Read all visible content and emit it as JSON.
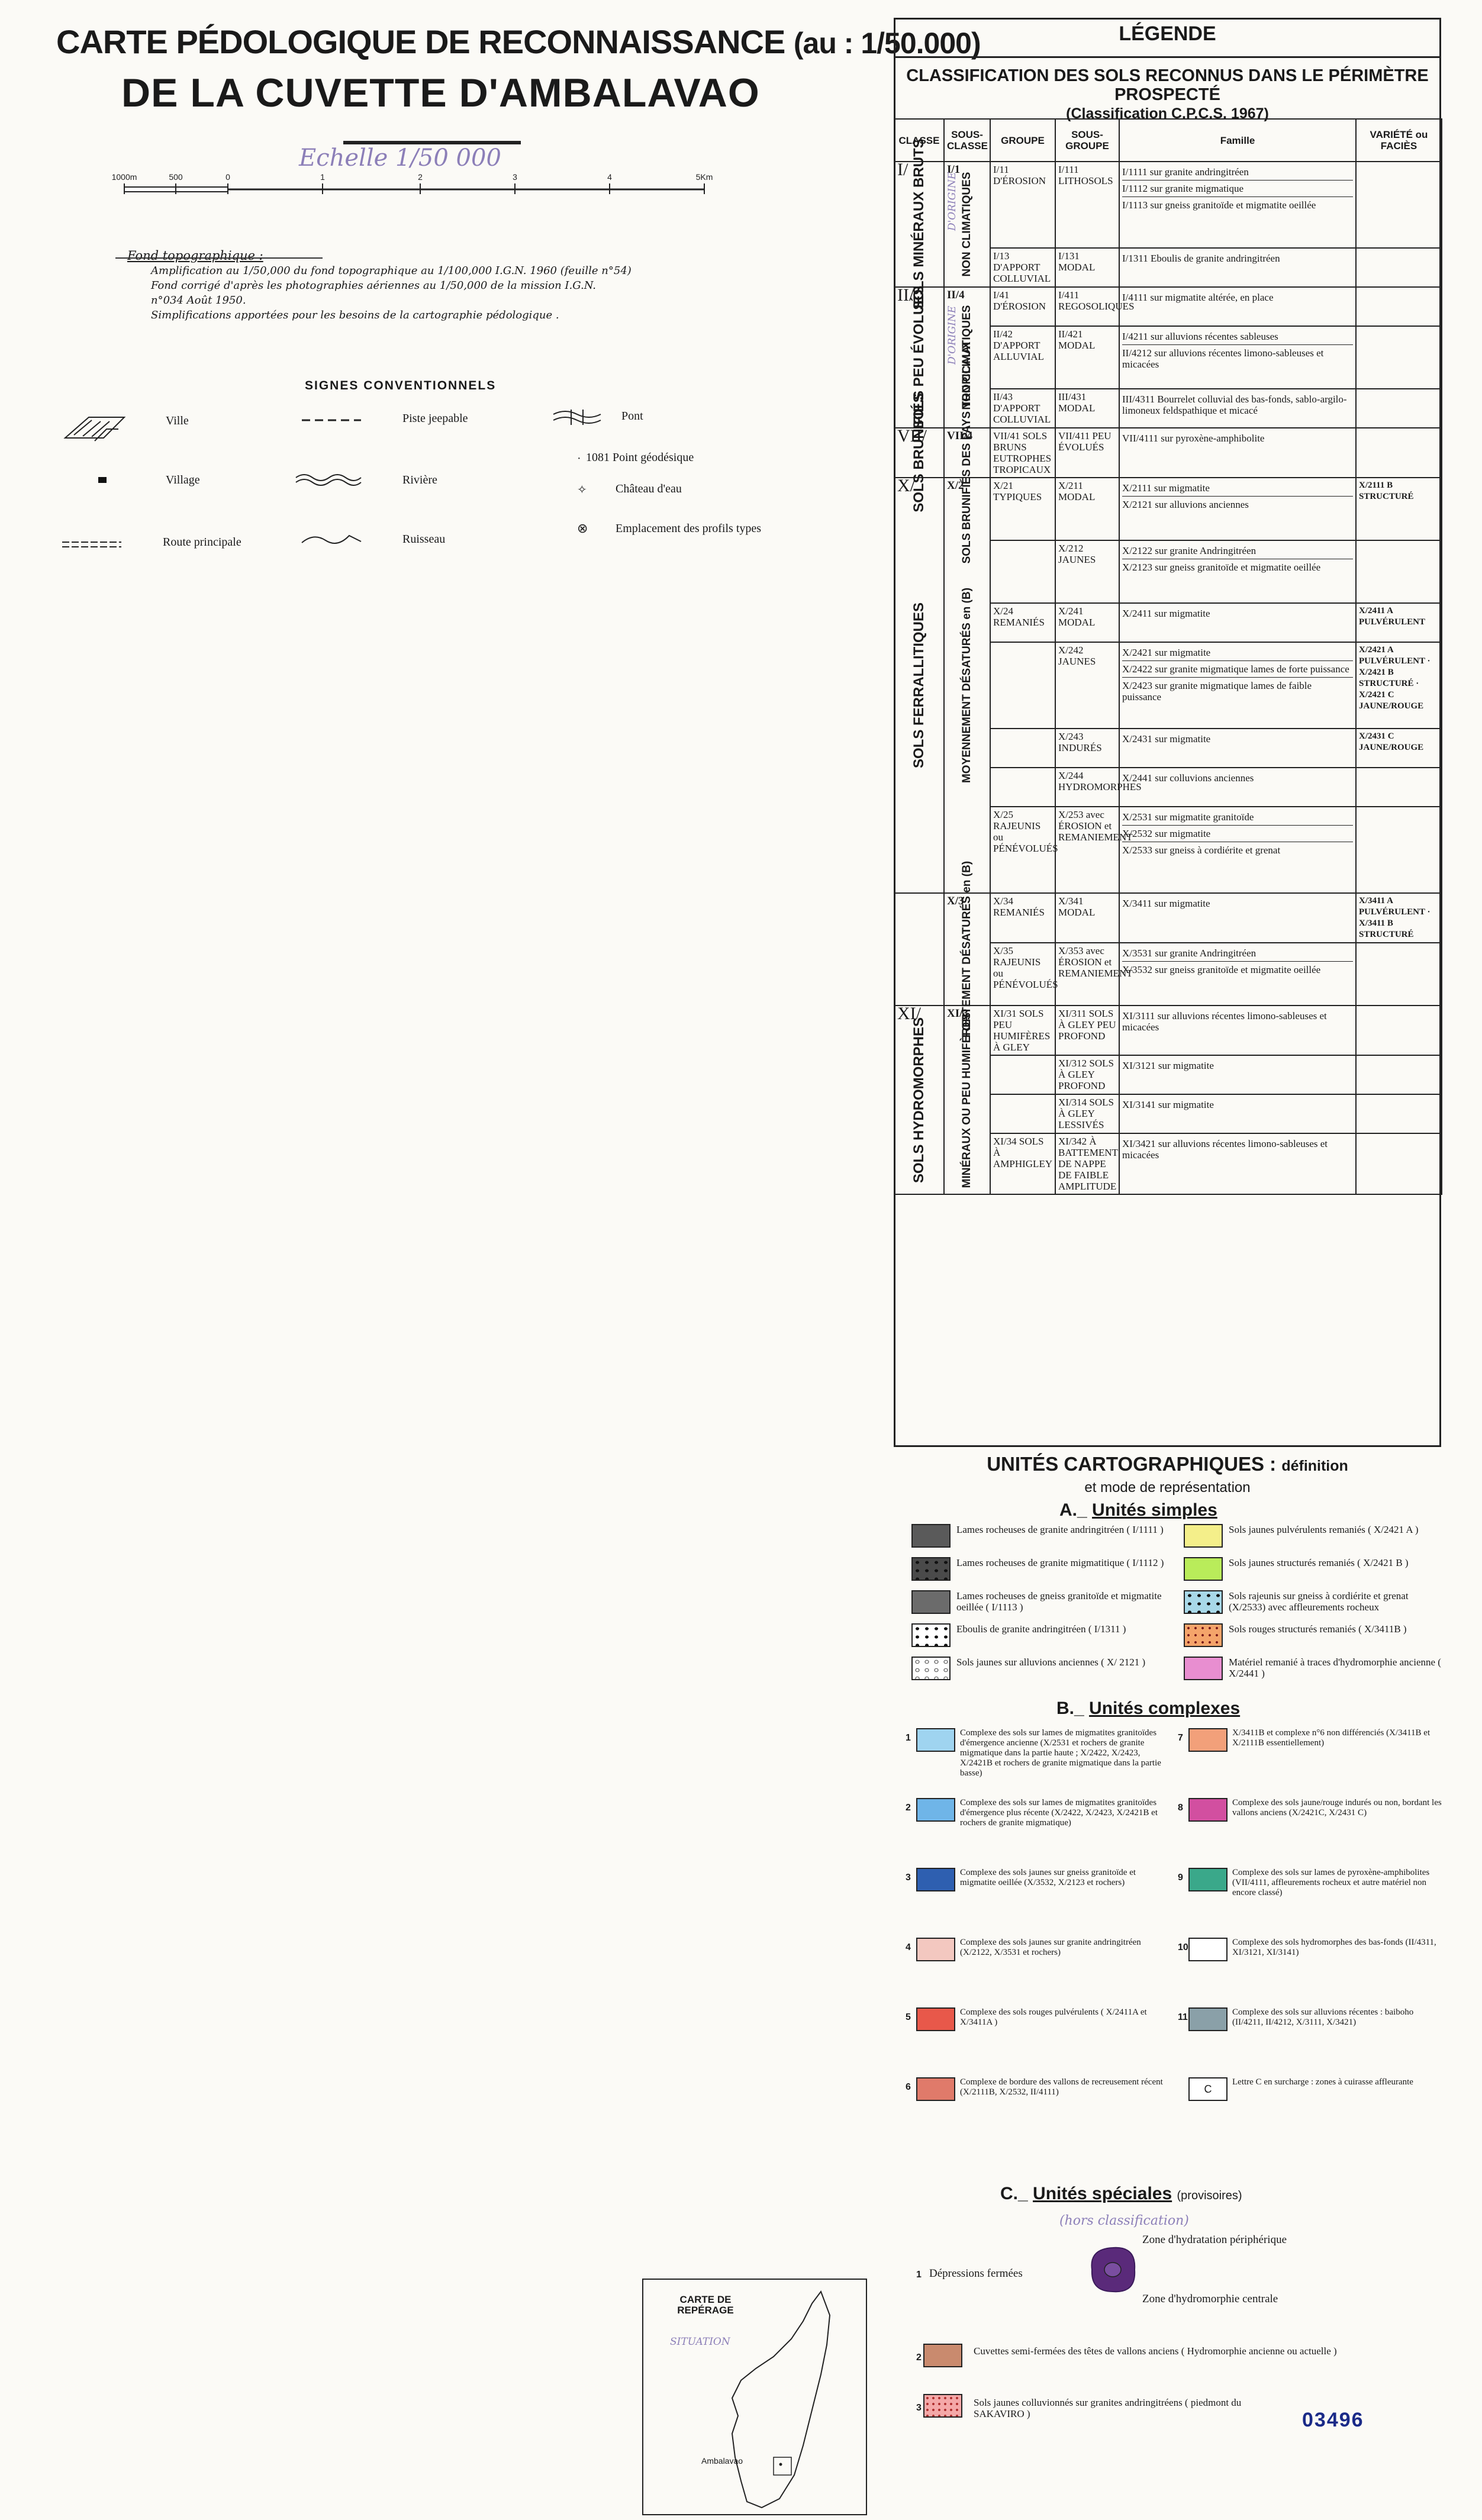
{
  "header": {
    "title_line1": "CARTE PÉDOLOGIQUE DE RECONNAISSANCE",
    "title_scale_note": "(au : 1/50.000)",
    "title_line2": "DE LA CUVETTE D'AMBALAVAO",
    "scale_handwritten": "Echelle 1/50 000",
    "scale_ticks": [
      "1000m",
      "500",
      "0",
      "1",
      "2",
      "3",
      "4",
      "5Km"
    ]
  },
  "fond": {
    "heading": "Fond topographique :",
    "lines": [
      "Amplification au 1/50,000 du fond topographique au 1/100,000 I.G.N. 1960 (feuille n°54)",
      "Fond corrigé d'après les photographies aériennes au 1/50,000 de la mission I.G.N.",
      "n°034 Août 1950.",
      "Simplifications apportées pour les besoins de la cartographie pédologique ."
    ]
  },
  "signs": {
    "title": "SIGNES CONVENTIONNELS",
    "items": [
      {
        "label": "Ville",
        "icon": "town-icon"
      },
      {
        "label": "Piste jeepable",
        "icon": "track-icon"
      },
      {
        "label": "Pont",
        "icon": "bridge-icon"
      },
      {
        "label": "1081 Point géodésique",
        "icon": "geodetic-point-icon"
      },
      {
        "label": "Village",
        "icon": "village-icon"
      },
      {
        "label": "Rivière",
        "icon": "river-icon"
      },
      {
        "label": "Château d'eau",
        "icon": "water-tower-icon"
      },
      {
        "label": "Route principale",
        "icon": "main-road-icon"
      },
      {
        "label": "Ruisseau",
        "icon": "stream-icon"
      },
      {
        "label": "Emplacement des profils types",
        "icon": "profile-site-icon"
      }
    ]
  },
  "legend": {
    "title": "LÉGENDE",
    "class_title": "CLASSIFICATION DES SOLS RECONNUS DANS LE PÉRIMÈTRE PROSPECTÉ",
    "class_sub": "(Classification C.P.C.S. 1967)",
    "columns": [
      "CLASSE",
      "SOUS-CLASSE",
      "GROUPE",
      "SOUS-GROUPE",
      "Famille",
      "VARIÉTÉ ou FACIÈS"
    ]
  },
  "soil_classes": [
    {
      "code": "I/",
      "name": "SOLS MINÉRAUX BRUTS",
      "subclass_code": "I/1",
      "subclass_name": "NON CLIMATIQUES",
      "subclass_hand": "D'ORIGINE",
      "rows": [
        {
          "group": "I/11 D'ÉROSION",
          "subgroup": "I/111 LITHOSOLS",
          "family": [
            "I/1111 sur granite andringitréen",
            "I/1112 sur granite migmatique",
            "I/1113 sur gneiss granitoïde et migmatite oeillée"
          ],
          "variety": ""
        },
        {
          "group": "I/13 D'APPORT COLLUVIAL",
          "subgroup": "I/131 MODAL",
          "family": [
            "I/1311 Eboulis de granite andringitréen"
          ],
          "variety": ""
        }
      ]
    },
    {
      "code": "II/",
      "name": "SOLS PEU ÉVOLUÉS",
      "subclass_code": "II/4",
      "subclass_name": "NON CLIMATIQUES",
      "subclass_hand": "D'ORIGINE",
      "rows": [
        {
          "group": "I/41 D'ÉROSION",
          "subgroup": "I/411 REGOSOLIQUES",
          "family": [
            "I/4111 sur migmatite altérée, en place"
          ],
          "variety": ""
        },
        {
          "group": "II/42 D'APPORT ALLUVIAL",
          "subgroup": "II/421 MODAL",
          "family": [
            "I/4211 sur alluvions récentes sableuses",
            "II/4212 sur alluvions récentes limono-sableuses et micacées"
          ],
          "variety": ""
        },
        {
          "group": "II/43 D'APPORT COLLUVIAL",
          "subgroup": "III/431 MODAL",
          "family": [
            "III/4311 Bourrelet colluvial des bas-fonds, sablo-argilo-limoneux feldspathique et micacé"
          ],
          "variety": ""
        }
      ]
    },
    {
      "code": "VII/",
      "name": "SOLS BRUNIFIÉS",
      "subclass_code": "VII/4",
      "subclass_name": "SOLS BRUNIFIÉS DES PAYS TROPICAUX",
      "subclass_hand": "",
      "rows": [
        {
          "group": "VII/41 SOLS BRUNS EUTROPHES TROPICAUX",
          "subgroup": "VII/411 PEU ÉVOLUÉS",
          "family": [
            "VII/4111 sur pyroxène-amphibolite"
          ],
          "variety": ""
        }
      ]
    },
    {
      "code": "X/",
      "name": "SOLS FERRALLITIQUES",
      "subclass_code": "X/2",
      "subclass_name": "MOYENNEMENT DÉSATURÉS en (B)",
      "subclass_hand": "",
      "rows": [
        {
          "group": "X/21 TYPIQUES",
          "subgroup": "X/211 MODAL",
          "family": [
            "X/2111 sur migmatite",
            "X/2121 sur alluvions anciennes"
          ],
          "variety": "X/2111 B STRUCTURÉ"
        },
        {
          "group": "",
          "subgroup": "X/212 JAUNES",
          "family": [
            "X/2122 sur granite Andringitréen",
            "X/2123 sur gneiss granitoïde et migmatite oeillée"
          ],
          "variety": ""
        },
        {
          "group": "X/24 REMANIÉS",
          "subgroup": "X/241 MODAL",
          "family": [
            "X/2411 sur migmatite"
          ],
          "variety": "X/2411 A PULVÉRULENT"
        },
        {
          "group": "",
          "subgroup": "X/242 JAUNES",
          "family": [
            "X/2421 sur migmatite",
            "X/2422 sur granite migmatique lames de forte puissance",
            "X/2423 sur granite migmatique lames de faible puissance"
          ],
          "variety": "X/2421 A PULVÉRULENT · X/2421 B STRUCTURÉ · X/2421 C JAUNE/ROUGE"
        },
        {
          "group": "",
          "subgroup": "X/243 INDURÉS",
          "family": [
            "X/2431 sur migmatite"
          ],
          "variety": "X/2431 C JAUNE/ROUGE"
        },
        {
          "group": "",
          "subgroup": "X/244 HYDROMORPHES",
          "family": [
            "X/2441 sur colluvions anciennes"
          ],
          "variety": ""
        },
        {
          "group": "X/25 RAJEUNIS ou PÉNÉVOLUÉS",
          "subgroup": "X/253 avec ÉROSION et REMANIEMENT",
          "family": [
            "X/2531 sur migmatite granitoïde",
            "X/2532 sur migmatite",
            "X/2533 sur gneiss à cordiérite et grenat"
          ],
          "variety": ""
        }
      ]
    },
    {
      "code": "",
      "name": "",
      "subclass_code": "X/3",
      "subclass_name": "FORTEMENT DÉSATURÉS en (B)",
      "subclass_hand": "",
      "rows": [
        {
          "group": "X/34 REMANIÉS",
          "subgroup": "X/341 MODAL",
          "family": [
            "X/3411 sur migmatite"
          ],
          "variety": "X/3411 A PULVÉRULENT · X/3411 B STRUCTURÉ"
        },
        {
          "group": "X/35 RAJEUNIS ou PÉNÉVOLUÉS",
          "subgroup": "X/353 avec ÉROSION et REMANIEMENT",
          "family": [
            "X/3531 sur granite Andringitréen",
            "X/3532 sur gneiss granitoïde et migmatite oeillée"
          ],
          "variety": ""
        }
      ]
    },
    {
      "code": "XI/",
      "name": "SOLS HYDROMORPHES",
      "subclass_code": "XI/3",
      "subclass_name": "MINÉRAUX OU PEU HUMIFÈRES",
      "subclass_hand": "",
      "rows": [
        {
          "group": "XI/31 SOLS PEU HUMIFÈRES À GLEY",
          "subgroup": "XI/311 SOLS À GLEY PEU PROFOND",
          "family": [
            "XI/3111 sur alluvions récentes limono-sableuses et micacées"
          ],
          "variety": ""
        },
        {
          "group": "",
          "subgroup": "XI/312 SOLS À GLEY PROFOND",
          "family": [
            "XI/3121 sur migmatite"
          ],
          "variety": ""
        },
        {
          "group": "",
          "subgroup": "XI/314 SOLS À GLEY LESSIVÉS",
          "family": [
            "XI/3141 sur migmatite"
          ],
          "variety": ""
        },
        {
          "group": "XI/34 SOLS À AMPHIGLEY",
          "subgroup": "XI/342 À BATTEMENT DE NAPPE DE FAIBLE AMPLITUDE",
          "family": [
            "XI/3421 sur alluvions récentes limono-sableuses et micacées"
          ],
          "variety": ""
        }
      ]
    }
  ],
  "unites": {
    "title": "UNITÉS CARTOGRAPHIQUES :",
    "title_rest": "définition",
    "subtitle": "et mode de représentation",
    "simple_heading_prefix": "A._",
    "simple_heading": "Unités simples",
    "simple": [
      {
        "text": "Lames rocheuses de granite andringitréen ( I/1111 )",
        "color": "#5a5a5a",
        "pattern": "solid"
      },
      {
        "text": "Sols jaunes pulvérulents remaniés ( X/2421 A )",
        "color": "#f4ef8a",
        "pattern": "solid"
      },
      {
        "text": "Lames rocheuses de granite migmatitique ( I/1112 )",
        "color": "#4a4a4a",
        "pattern": "dots"
      },
      {
        "text": "Sols jaunes structurés remaniés ( X/2421 B )",
        "color": "#b9ec5a",
        "pattern": "solid"
      },
      {
        "text": "Lames rocheuses de gneiss granitoïde et migmatite oeillée ( I/1113 )",
        "color": "#6b6b6b",
        "pattern": "solid"
      },
      {
        "text": "Sols rajeunis sur gneiss à cordiérite et grenat (X/2533) avec affleurements rocheux",
        "color": "#a8d8e8",
        "pattern": "dots"
      },
      {
        "text": "Eboulis de granite andringitréen ( I/1311 )",
        "color": "#ffffff",
        "pattern": "dots"
      },
      {
        "text": "Sols rouges structurés remaniés ( X/3411B )",
        "color": "#f4a46a",
        "pattern": "cross"
      },
      {
        "text": "Sols jaunes sur alluvions anciennes ( X/ 2121 )",
        "color": "#ffffff",
        "pattern": "circles"
      },
      {
        "text": "Matériel remanié à traces d'hydromorphie ancienne ( X/2441 )",
        "color": "#e88ed0",
        "pattern": "solid"
      }
    ],
    "complex_heading_prefix": "B._",
    "complex_heading": "Unités complexes",
    "complex": [
      {
        "n": "1",
        "text": "Complexe des sols sur lames de migmatites granitoïdes d'émergence ancienne (X/2531 et rochers de granite migmatique dans la partie haute ; X/2422, X/2423, X/2421B et rochers de granite migmatique dans la partie basse)",
        "color": "#9fd4f0"
      },
      {
        "n": "7",
        "text": "X/3411B et complexe n°6 non différenciés (X/3411B et X/2111B essentiellement)",
        "color": "#f2a07a"
      },
      {
        "n": "2",
        "text": "Complexe des sols sur lames de migmatites granitoïdes d'émergence plus récente (X/2422, X/2423, X/2421B et rochers de granite migmatique)",
        "color": "#6fb5e8"
      },
      {
        "n": "8",
        "text": "Complexe des sols jaune/rouge indurés ou non, bordant les vallons anciens (X/2421C, X/2431 C)",
        "color": "#d24fa0"
      },
      {
        "n": "3",
        "text": "Complexe des sols jaunes sur gneiss granitoïde et migmatite oeillée (X/3532, X/2123 et rochers)",
        "color": "#2e5fb0"
      },
      {
        "n": "9",
        "text": "Complexe des sols sur lames de pyroxène-amphibolites (VII/4111, affleurements rocheux et autre matériel non encore classé)",
        "color": "#3aa88a"
      },
      {
        "n": "4",
        "text": "Complexe des sols jaunes sur granite andringitréen (X/2122, X/3531 et rochers)",
        "color": "#f3c8c0"
      },
      {
        "n": "10",
        "text": "Complexe des sols hydromorphes des bas-fonds (II/4311, XI/3121, XI/3141)",
        "color": "#ffffff"
      },
      {
        "n": "5",
        "text": "Complexe des sols rouges pulvérulents ( X/2411A et X/3411A )",
        "color": "#e8584a"
      },
      {
        "n": "11",
        "text": "Complexe des sols sur alluvions récentes : baiboho (II/4211, II/4212, X/3111, X/3421)",
        "color": "#8aa0a8"
      },
      {
        "n": "6",
        "text": "Complexe de bordure des vallons de recreusement récent (X/2111B, X/2532, II/4111)",
        "color": "#e07a6a"
      },
      {
        "n": "C",
        "text": "Lettre C en surcharge : zones à cuirasse affleurante",
        "color": "#ffffff"
      }
    ],
    "special_heading_prefix": "C._",
    "special_heading": "Unités spéciales",
    "special_note": "(provisoires)",
    "special_hand": "(hors classification)",
    "special": [
      {
        "n": "1",
        "text": "Dépressions fermées",
        "annot_top": "Zone d'hydratation périphérique",
        "annot_bottom": "Zone d'hydromorphie centrale"
      },
      {
        "n": "2",
        "text": "Cuvettes semi-fermées des têtes de vallons anciens ( Hydromorphie ancienne ou actuelle )"
      },
      {
        "n": "3",
        "text": "Sols jaunes colluvionnés sur granites andringitréens ( piedmont du SAKAVIRO )"
      }
    ]
  },
  "location_map": {
    "title": "CARTE DE REPÉRAGE",
    "hand": "SITUATION",
    "place": "Ambalavao"
  },
  "catalog_number": "03496"
}
